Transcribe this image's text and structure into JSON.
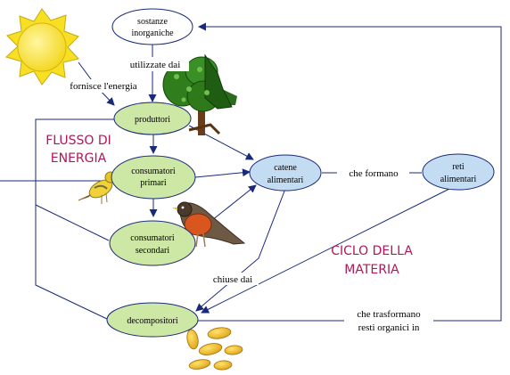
{
  "nodes": {
    "sostanze": [
      "sostanze",
      "inorganiche"
    ],
    "produttori": [
      "produttori"
    ],
    "consumatori_primari": [
      "consumatori",
      "primari"
    ],
    "consumatori_secondari": [
      "consumatori",
      "secondari"
    ],
    "catene": [
      "catene",
      "alimentari"
    ],
    "reti": [
      "reti",
      "alimentari"
    ],
    "decompositori": [
      "decompositori"
    ]
  },
  "edge_labels": {
    "utilizzate_dai": "utilizzate dai",
    "fornisce_energia": "fornisce l'energia",
    "che_formano": "che formano",
    "chiuse_dai": "chiuse dai",
    "che_trasformano": [
      "che trasformano",
      "resti organici in"
    ]
  },
  "section_labels": {
    "flusso": [
      "FLUSSO DI",
      "ENERGIA"
    ],
    "ciclo": [
      "CICLO DELLA",
      "MATERIA"
    ]
  },
  "colors": {
    "node_fill_green": "#cde7a4",
    "node_fill_blue": "#c4dcf2",
    "node_fill_white": "#ffffff",
    "edge_color": "#1a2a7a",
    "section_label": "#b0175a"
  },
  "icons": [
    "sun-icon",
    "tree-icon",
    "bird-yellow-icon",
    "bird-robin-icon",
    "seeds-icon"
  ]
}
